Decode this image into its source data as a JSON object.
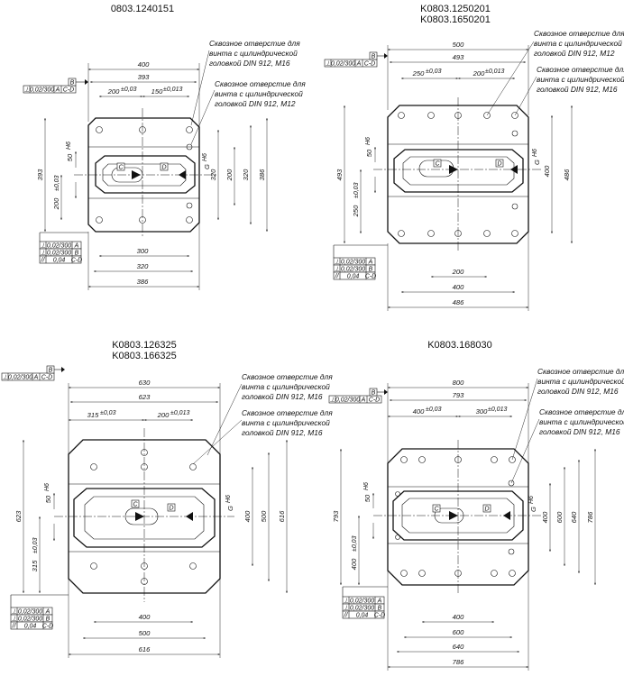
{
  "note_text": [
    "Сквозное отверстие для",
    "винта с цилиндрической"
  ],
  "views": [
    {
      "titles": [
        "0803.1240151"
      ],
      "notes": [
        [
          "Сквозное отверстие для",
          "винта с цилиндрической",
          "головкой DIN 912, M16"
        ],
        [
          "Сквозное отверстие для",
          "винта с цилиндрической",
          "головкой DIN 912, M12"
        ]
      ],
      "top_frame": {
        "sym": "⊥",
        "tol": "0,02/300",
        "ref": "A",
        "ref2": "C-D",
        "datum": "B"
      },
      "side_frame": [
        [
          "⊥",
          "0,02/300",
          "A"
        ],
        [
          "⊥",
          "0,02/300",
          "B"
        ],
        [
          "//",
          "0,04",
          "C-D"
        ]
      ],
      "dims": {
        "overall_w": "400",
        "w2": "393",
        "hole_l": "200",
        "hole_l_tol": "±0,03",
        "hole_r": "150",
        "hole_r_tol": "±0,013",
        "h_left": "393",
        "h_left_low": "200",
        "h_left_low_tol": "±0,03",
        "slot": "50",
        "slot_tol": "H6",
        "r_320a": "320",
        "r_200": "200",
        "r_320b": "320",
        "r_386": "386",
        "g_label": "G",
        "g_tol": "H6",
        "b_300": "300",
        "b_320": "320",
        "b_386": "386",
        "c": "C",
        "d": "D"
      }
    },
    {
      "titles": [
        "K0803.1250201",
        "K0803.1650201"
      ],
      "notes": [
        [
          "Сквозное отверстие для",
          "винта с цилиндрической",
          "головкой DIN 912, M12"
        ],
        [
          "Сквозное отверстие для",
          "винта с цилиндрической",
          "головкой DIN 912, M16"
        ]
      ],
      "top_frame": {
        "sym": "⊥",
        "tol": "0,02/300",
        "ref": "A",
        "ref2": "C-D",
        "datum": "B"
      },
      "side_frame": [
        [
          "⊥",
          "0,02/300",
          "A"
        ],
        [
          "⊥",
          "0,02/300",
          "B"
        ],
        [
          "//",
          "0,04",
          "C-D"
        ]
      ],
      "dims": {
        "overall_w": "500",
        "w2": "493",
        "hole_l": "250",
        "hole_l_tol": "±0,03",
        "hole_r": "200",
        "hole_r_tol": "±0,013",
        "h_left": "493",
        "h_left_low": "250",
        "h_left_low_tol": "±0,03",
        "slot": "50",
        "slot_tol": "H6",
        "r_400": "400",
        "r_486": "486",
        "g_label": "G",
        "g_tol": "H6",
        "b_200": "200",
        "b_400": "400",
        "b_486": "486",
        "c": "C",
        "d": "D"
      }
    },
    {
      "titles": [
        "K0803.126325",
        "K0803.166325"
      ],
      "notes": [
        [
          "Сквозное отверстие для",
          "винта с цилиндрической",
          "головкой DIN 912, M16"
        ],
        [
          "Сквозное отверстие для",
          "винта с цилиндрической",
          "головкой DIN 912, M16"
        ]
      ],
      "top_frame": {
        "sym": "⊥",
        "tol": "0,02/300",
        "ref": "A",
        "ref2": "C-D",
        "datum": "B"
      },
      "side_frame": [
        [
          "⊥",
          "0,02/300",
          "A"
        ],
        [
          "⊥",
          "0,02/300",
          "B"
        ],
        [
          "//",
          "0,04",
          "C-D"
        ]
      ],
      "dims": {
        "overall_w": "630",
        "w2": "623",
        "hole_l": "315",
        "hole_l_tol": "±0,03",
        "hole_r": "200",
        "hole_r_tol": "±0,013",
        "h_left": "623",
        "h_left_low": "315",
        "h_left_low_tol": "±0,03",
        "slot": "50",
        "slot_tol": "H6",
        "r_400": "400",
        "r_500": "500",
        "r_616": "616",
        "g_label": "G",
        "g_tol": "H6",
        "b_400": "400",
        "b_500": "500",
        "b_616": "616",
        "c": "C",
        "d": "D"
      }
    },
    {
      "titles": [
        "K0803.168030"
      ],
      "notes": [
        [
          "Сквозное отверстие для",
          "винта с цилиндрической",
          "головкой DIN 912, M16"
        ],
        [
          "Сквозное отверстие для",
          "винта с цилиндрической",
          "головкой DIN 912, M16"
        ]
      ],
      "top_frame": {
        "sym": "⊥",
        "tol": "0,02/300",
        "ref": "A",
        "ref2": "C-D",
        "datum": "B"
      },
      "side_frame": [
        [
          "⊥",
          "0,02/300",
          "A"
        ],
        [
          "⊥",
          "0,02/300",
          "B"
        ],
        [
          "//",
          "0,04",
          "C-D"
        ]
      ],
      "dims": {
        "overall_w": "800",
        "w2": "793",
        "hole_l": "400",
        "hole_l_tol": "±0,03",
        "hole_r": "300",
        "hole_r_tol": "±0,013",
        "h_left": "793",
        "h_left_low": "400",
        "h_left_low_tol": "±0,03",
        "slot": "50",
        "slot_tol": "H6",
        "r_400": "400",
        "r_600": "600",
        "r_640": "640",
        "r_786": "786",
        "g_label": "G",
        "g_tol": "H6",
        "b_400": "400",
        "b_600": "600",
        "b_640": "640",
        "b_786": "786",
        "c": "C",
        "d": "D"
      }
    }
  ]
}
